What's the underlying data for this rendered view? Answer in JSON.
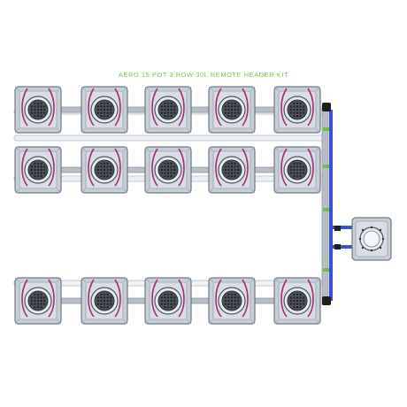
{
  "diagram": {
    "title": "AERO 15 POT 3 ROW 30L REMOTE HEADER KIT",
    "rows": 3,
    "pots_per_row": 5,
    "colors": {
      "title": "#7cc242",
      "pot_body": "#c8ced6",
      "pot_edge": "#6e7a88",
      "net_lid": "#4a525c",
      "grey_pipe": "#b7bec6",
      "blue_pipe": "#3b4fd8",
      "hose": "#a4307a",
      "fitting": "#6cc048",
      "black_fitting": "#1e1e1e"
    },
    "components": {
      "pot": "pot-icon",
      "tank": "tank-icon",
      "pipe": "pipe",
      "hose": "hose"
    }
  }
}
